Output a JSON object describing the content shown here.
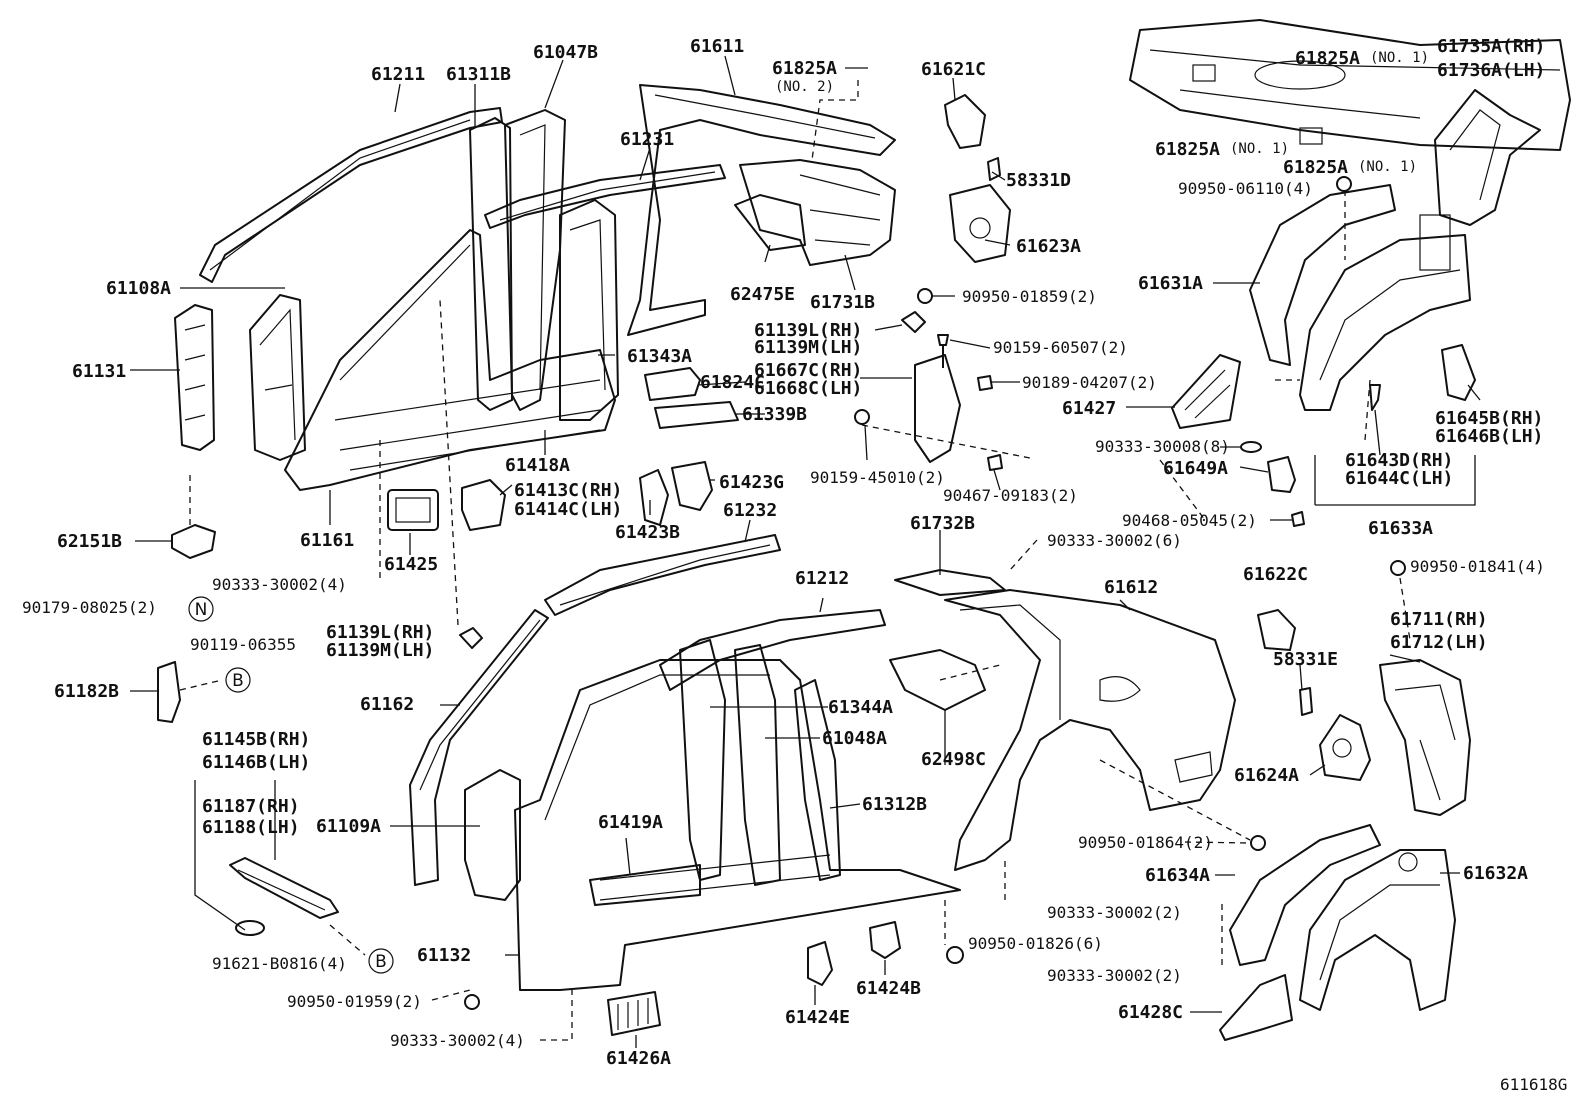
{
  "labels": [
    {
      "id": "l61211",
      "text": "61211"
    },
    {
      "id": "l61311b",
      "text": "61311B"
    },
    {
      "id": "l61047b",
      "text": "61047B"
    },
    {
      "id": "l61611",
      "text": "61611"
    },
    {
      "id": "l61825a_no2",
      "text": "61825A"
    },
    {
      "id": "l61825a_no2s",
      "text": "(NO. 2)"
    },
    {
      "id": "l61621c",
      "text": "61621C"
    },
    {
      "id": "l61825a_top",
      "text": "61825A"
    },
    {
      "id": "l61825a_tops",
      "text": "(NO. 1)"
    },
    {
      "id": "l61735a",
      "text": "61735A(RH)"
    },
    {
      "id": "l61736a",
      "text": "61736A(LH)"
    },
    {
      "id": "l61825a_l",
      "text": "61825A"
    },
    {
      "id": "l61825a_ls",
      "text": "(NO. 1)"
    },
    {
      "id": "l61825a_r",
      "text": "61825A"
    },
    {
      "id": "l61825a_rs",
      "text": "(NO. 1)"
    },
    {
      "id": "l61231",
      "text": "61231"
    },
    {
      "id": "l58331d",
      "text": "58331D"
    },
    {
      "id": "l90950_06110",
      "text": "90950-06110(4)"
    },
    {
      "id": "l61108a",
      "text": "61108A"
    },
    {
      "id": "l62475e",
      "text": "62475E"
    },
    {
      "id": "l61623a",
      "text": "61623A"
    },
    {
      "id": "l61731b",
      "text": "61731B"
    },
    {
      "id": "l90950_01859",
      "text": "90950-01859(2)"
    },
    {
      "id": "l61631a",
      "text": "61631A"
    },
    {
      "id": "l61139l_t",
      "text": "61139L(RH)"
    },
    {
      "id": "l61139m_t",
      "text": "61139M(LH)"
    },
    {
      "id": "l90159_60507",
      "text": "90159-60507(2)"
    },
    {
      "id": "l61131",
      "text": "61131"
    },
    {
      "id": "l61343a",
      "text": "61343A"
    },
    {
      "id": "l61667c",
      "text": "61667C(RH)"
    },
    {
      "id": "l61668c",
      "text": "61668C(LH)"
    },
    {
      "id": "l61824c",
      "text": "61824C"
    },
    {
      "id": "l90189_04207",
      "text": "90189-04207(2)"
    },
    {
      "id": "l61339b",
      "text": "61339B"
    },
    {
      "id": "l61427",
      "text": "61427"
    },
    {
      "id": "l61645b",
      "text": "61645B(RH)"
    },
    {
      "id": "l61646b",
      "text": "61646B(LH)"
    },
    {
      "id": "l90333_30008",
      "text": "90333-30008(8)"
    },
    {
      "id": "l61418a",
      "text": "61418A"
    },
    {
      "id": "l90159_45010",
      "text": "90159-45010(2)"
    },
    {
      "id": "l61649a",
      "text": "61649A"
    },
    {
      "id": "l61643d",
      "text": "61643D(RH)"
    },
    {
      "id": "l61644c",
      "text": "61644C(LH)"
    },
    {
      "id": "l61423g",
      "text": "61423G"
    },
    {
      "id": "l61413c",
      "text": "61413C(RH)"
    },
    {
      "id": "l61414c",
      "text": "61414C(LH)"
    },
    {
      "id": "l90467_09183",
      "text": "90467-09183(2)"
    },
    {
      "id": "l61423b",
      "text": "61423B"
    },
    {
      "id": "l90468_05045",
      "text": "90468-05045(2)"
    },
    {
      "id": "l61633a",
      "text": "61633A"
    },
    {
      "id": "l62151b",
      "text": "62151B"
    },
    {
      "id": "l61161",
      "text": "61161"
    },
    {
      "id": "l61232",
      "text": "61232"
    },
    {
      "id": "l61732b",
      "text": "61732B"
    },
    {
      "id": "l90333_30002_a",
      "text": "90333-30002(6)"
    },
    {
      "id": "l61425",
      "text": "61425"
    },
    {
      "id": "l61622c",
      "text": "61622C"
    },
    {
      "id": "l90950_01841",
      "text": "90950-01841(4)"
    },
    {
      "id": "l90333_30002_b",
      "text": "90333-30002(4)"
    },
    {
      "id": "l61212",
      "text": "61212"
    },
    {
      "id": "l61612",
      "text": "61612"
    },
    {
      "id": "l90179_08025",
      "text": "90179-08025(2)"
    },
    {
      "id": "l61711",
      "text": "61711(RH)"
    },
    {
      "id": "l61712",
      "text": "61712(LH)"
    },
    {
      "id": "l61139l_b",
      "text": "61139L(RH)"
    },
    {
      "id": "l61139m_b",
      "text": "61139M(LH)"
    },
    {
      "id": "l90119_06355",
      "text": "90119-06355"
    },
    {
      "id": "l58331e",
      "text": "58331E"
    },
    {
      "id": "l61182b",
      "text": "61182B"
    },
    {
      "id": "l61162",
      "text": "61162"
    },
    {
      "id": "l61344a",
      "text": "61344A"
    },
    {
      "id": "l61145b",
      "text": "61145B(RH)"
    },
    {
      "id": "l61146b",
      "text": "61146B(LH)"
    },
    {
      "id": "l61048a",
      "text": "61048A"
    },
    {
      "id": "l62498c",
      "text": "62498C"
    },
    {
      "id": "l61624a",
      "text": "61624A"
    },
    {
      "id": "l61187",
      "text": "61187(RH)"
    },
    {
      "id": "l61188",
      "text": "61188(LH)"
    },
    {
      "id": "l61312b",
      "text": "61312B"
    },
    {
      "id": "l61109a",
      "text": "61109A"
    },
    {
      "id": "l61419a",
      "text": "61419A"
    },
    {
      "id": "l90950_01864",
      "text": "90950-01864(2)"
    },
    {
      "id": "l61634a",
      "text": "61634A"
    },
    {
      "id": "l61632a",
      "text": "61632A"
    },
    {
      "id": "l90333_30002_c",
      "text": "90333-30002(2)"
    },
    {
      "id": "l61132",
      "text": "61132"
    },
    {
      "id": "l90950_01826",
      "text": "90950-01826(6)"
    },
    {
      "id": "l91621_b0816",
      "text": "91621-B0816(4)"
    },
    {
      "id": "l90333_30002_d",
      "text": "90333-30002(2)"
    },
    {
      "id": "l90950_01959",
      "text": "90950-01959(2)"
    },
    {
      "id": "l61424b",
      "text": "61424B"
    },
    {
      "id": "l61428c",
      "text": "61428C"
    },
    {
      "id": "l61424e",
      "text": "61424E"
    },
    {
      "id": "l90333_30002_e",
      "text": "90333-30002(4)"
    },
    {
      "id": "l61426a",
      "text": "61426A"
    }
  ],
  "markers": {
    "n": "N",
    "b1": "B",
    "b2": "B"
  },
  "figure_id": "611618G"
}
